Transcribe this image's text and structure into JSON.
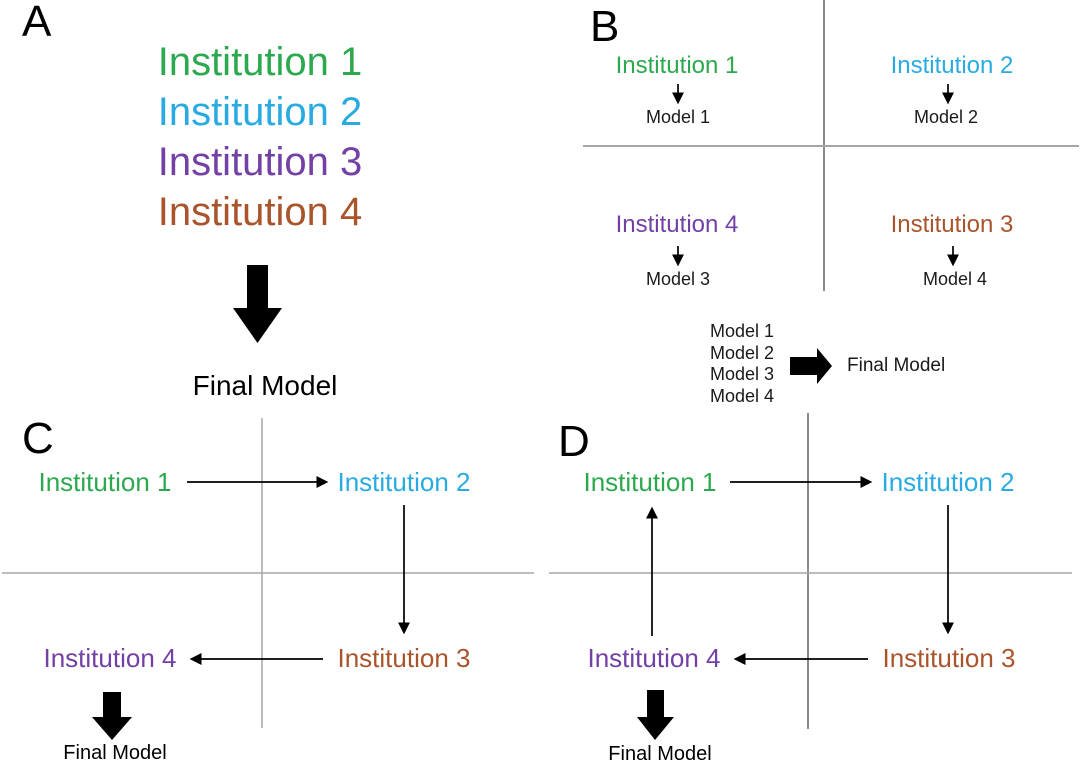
{
  "panel_a": {
    "label": "A",
    "institutions": [
      {
        "label": "Institution 1",
        "color": "#2CA94E"
      },
      {
        "label": "Institution 2",
        "color": "#29ABE2"
      },
      {
        "label": "Institution 3",
        "color": "#7340A5"
      },
      {
        "label": "Institution 4",
        "color": "#A9542B"
      }
    ],
    "final_model_label": "Final Model"
  },
  "panel_b": {
    "label": "B",
    "quadrants": {
      "top_left": {
        "institution": "Institution 1",
        "color": "#2CA94E",
        "model": "Model 1"
      },
      "top_right": {
        "institution": "Institution 2",
        "color": "#29ABE2",
        "model": "Model 2"
      },
      "bottom_left": {
        "institution": "Institution 4",
        "color": "#7340A5",
        "model": "Model 3"
      },
      "bottom_right": {
        "institution": "Institution 3",
        "color": "#A9542B",
        "model": "Model 4"
      }
    },
    "model_list": [
      "Model 1",
      "Model 2",
      "Model 3",
      "Model 4"
    ],
    "final_model_label": "Final Model"
  },
  "panel_c": {
    "label": "C",
    "nodes": {
      "top_left": {
        "label": "Institution 1",
        "color": "#2CA94E"
      },
      "top_right": {
        "label": "Institution 2",
        "color": "#29ABE2"
      },
      "bottom_right": {
        "label": "Institution 3",
        "color": "#A9542B"
      },
      "bottom_left": {
        "label": "Institution 4",
        "color": "#7340A5"
      }
    },
    "final_model_label": "Final Model"
  },
  "panel_d": {
    "label": "D",
    "nodes": {
      "top_left": {
        "label": "Institution 1",
        "color": "#2CA94E"
      },
      "top_right": {
        "label": "Institution 2",
        "color": "#29ABE2"
      },
      "bottom_right": {
        "label": "Institution 3",
        "color": "#A9542B"
      },
      "bottom_left": {
        "label": "Institution 4",
        "color": "#7340A5"
      }
    },
    "final_model_label": "Final Model"
  }
}
